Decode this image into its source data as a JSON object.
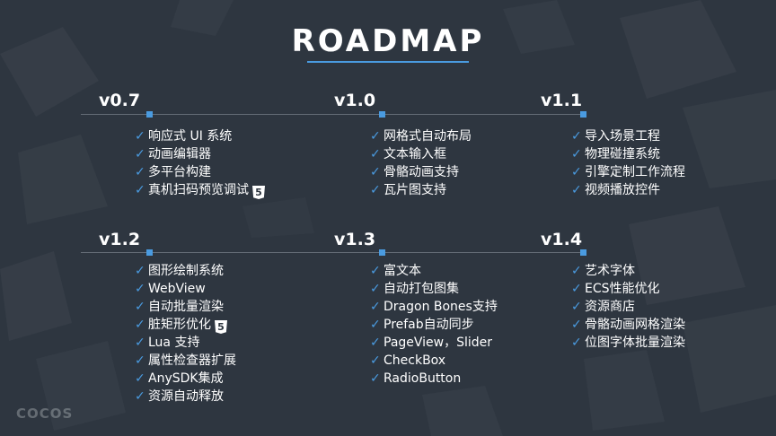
{
  "title": "ROADMAP",
  "logo_text": "COCOS",
  "check_glyph": "✓",
  "html5_badge": "5",
  "colors": {
    "background": "#2e3640",
    "accent": "#4a9be0",
    "text": "#ffffff"
  },
  "versions": [
    {
      "label": "v0.7",
      "items": [
        {
          "text": "响应式 UI 系统"
        },
        {
          "text": "动画编辑器"
        },
        {
          "text": "多平台构建"
        },
        {
          "text": "真机扫码预览调试",
          "html5": true
        }
      ]
    },
    {
      "label": "v1.0",
      "items": [
        {
          "text": "网格式自动布局"
        },
        {
          "text": "文本输入框"
        },
        {
          "text": "骨骼动画支持"
        },
        {
          "text": "瓦片图支持"
        }
      ]
    },
    {
      "label": "v1.1",
      "items": [
        {
          "text": "导入场景工程"
        },
        {
          "text": "物理碰撞系统"
        },
        {
          "text": "引擎定制工作流程"
        },
        {
          "text": "视频播放控件"
        }
      ]
    },
    {
      "label": "v1.2",
      "items": [
        {
          "text": "图形绘制系统"
        },
        {
          "text": "WebView"
        },
        {
          "text": "自动批量渲染"
        },
        {
          "text": "脏矩形优化",
          "html5": true
        },
        {
          "text": "Lua 支持"
        },
        {
          "text": "属性检查器扩展"
        },
        {
          "text": "AnySDK集成"
        },
        {
          "text": "资源自动释放"
        }
      ]
    },
    {
      "label": "v1.3",
      "items": [
        {
          "text": "富文本"
        },
        {
          "text": "自动打包图集"
        },
        {
          "text": "Dragon Bones支持"
        },
        {
          "text": "Prefab自动同步"
        },
        {
          "text": "PageView，Slider"
        },
        {
          "text": "CheckBox"
        },
        {
          "text": "RadioButton"
        }
      ]
    },
    {
      "label": "v1.4",
      "items": [
        {
          "text": "艺术字体"
        },
        {
          "text": "ECS性能优化"
        },
        {
          "text": "资源商店"
        },
        {
          "text": "骨骼动画网格渲染"
        },
        {
          "text": "位图字体批量渲染"
        }
      ]
    }
  ]
}
